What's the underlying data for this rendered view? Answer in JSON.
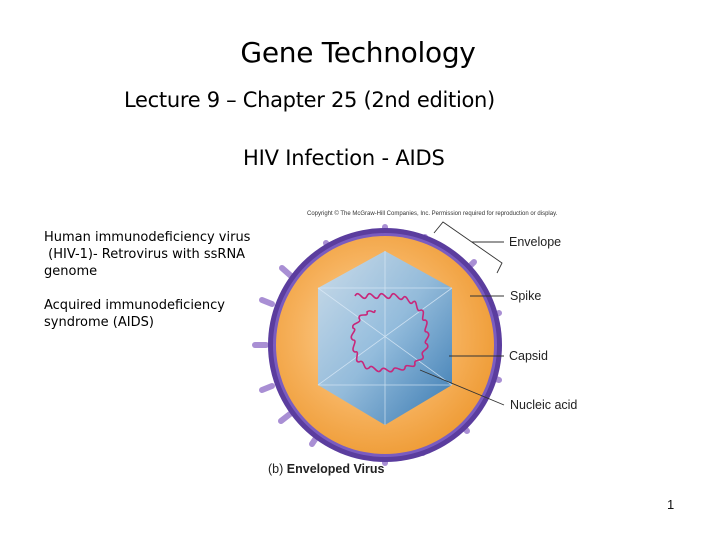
{
  "slide": {
    "title": "Gene Technology",
    "subtitle": "Lecture 9 – Chapter 25 (2nd edition)",
    "heading": "HIV Infection - AIDS",
    "description": {
      "paragraph1_line1": "Human immunodeficiency virus",
      "paragraph1_line2": " (HIV-1)- Retrovirus with ssRNA",
      "paragraph1_line3": "genome",
      "paragraph2_line1": "Acquired immunodeficiency",
      "paragraph2_line2": "syndrome (AIDS)"
    },
    "page_number": "1"
  },
  "figure": {
    "copyright": "Copyright © The McGraw-Hill Companies, Inc. Permission required for reproduction or display.",
    "labels": {
      "envelope": "Envelope",
      "spike": "Spike",
      "capsid": "Capsid",
      "nucleic_acid": "Nucleic acid"
    },
    "caption_prefix": "(b)",
    "caption_title": "Enveloped Virus",
    "colors": {
      "envelope": "#5b3d9e",
      "spike": "#b49ad6",
      "matrix": "#f2a144",
      "capsid": "#7fb2dc",
      "nucleic_acid": "#c8277a"
    }
  }
}
